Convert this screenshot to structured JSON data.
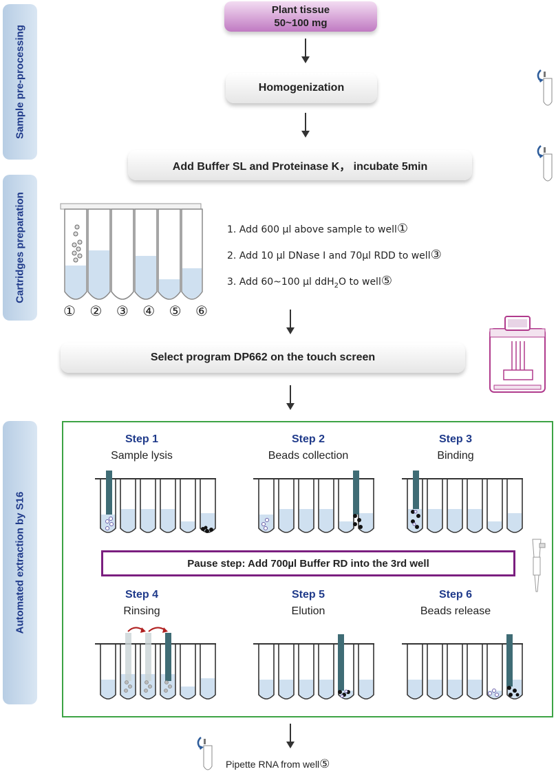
{
  "phases": {
    "pre": "Sample pre-processing",
    "cart": "Cartridges preparation",
    "auto": "Automated extraction by S16"
  },
  "start": {
    "line1": "Plant tissue",
    "line2": "50~100 mg"
  },
  "homogenization": "Homogenization",
  "buffer_step": "Add Buffer SL and Proteinase K， incubate 5min",
  "cartridge_numbers": [
    "①",
    "②",
    "③",
    "④",
    "⑤",
    "⑥"
  ],
  "instructions": [
    {
      "text": "1. Add 600 µl above sample to well",
      "well": "①"
    },
    {
      "text": "2. Add 10 µl DNase I and 70µl RDD to well",
      "well": "③"
    },
    {
      "pre": "3. Add 60~100 µl ddH",
      "sub": "2",
      "post": "O to well",
      "well": "⑤"
    }
  ],
  "select_program": "Select program DP662 on the touch screen",
  "steps": [
    {
      "num": "Step 1",
      "name": "Sample lysis"
    },
    {
      "num": "Step 2",
      "name": "Beads collection"
    },
    {
      "num": "Step 3",
      "name": "Binding"
    },
    {
      "num": "Step 4",
      "name": "Rinsing"
    },
    {
      "num": "Step 5",
      "name": "Elution"
    },
    {
      "num": "Step 6",
      "name": "Beads release"
    }
  ],
  "pause": "Pause step: Add 700µl Buffer RD into the 3rd well",
  "final": {
    "text": "Pipette RNA from well",
    "well": "⑤"
  },
  "colors": {
    "phase_text": "#1f3a8a",
    "step_blue": "#1f3a8a",
    "frame_green": "#3ca344",
    "pause_purple": "#7b1f7f",
    "liquid": "#cfe0f0",
    "rod": "#3f6c75",
    "rinse_arrow": "#b02020"
  }
}
